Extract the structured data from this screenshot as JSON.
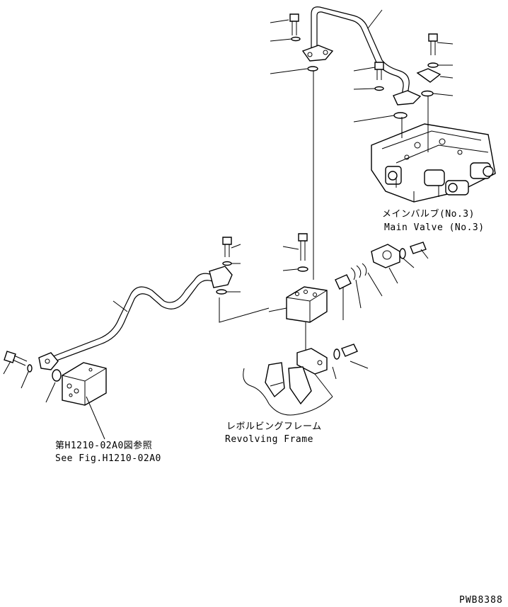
{
  "labels": {
    "main_valve_jp": "メインバルブ(No.3)",
    "main_valve_en": "Main Valve (No.3)",
    "see_fig_jp": "第H1210-02A0図参照",
    "see_fig_en": "See Fig.H1210-02A0",
    "frame_jp": "レボルビングフレーム",
    "frame_en": "Revolving Frame"
  },
  "drawing_code": "PWB8388"
}
